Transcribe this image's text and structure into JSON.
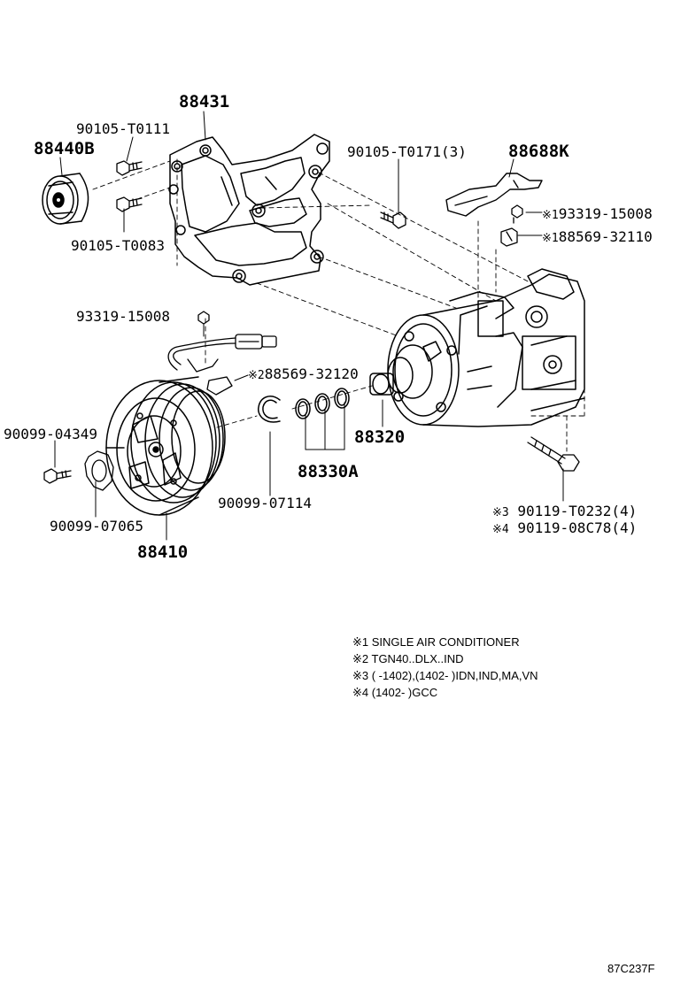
{
  "parts": {
    "bracket": "88431",
    "idler_bolt": "90105-T0111",
    "idler_pulley": "88440B",
    "bracket_bolt": "90105-T0083",
    "bracket_bolt_right": "90105-T0171(3)",
    "sub_bracket": "88688K",
    "screw_right": "93319-15008",
    "screw_right_mark": "※1",
    "sensor_right": "88569-32110",
    "sensor_right_mark": "※1",
    "screw_left": "93319-15008",
    "sensor_left": "88569-32120",
    "sensor_left_mark": "※2",
    "clutch_bolt": "90099-04349",
    "shim": "90099-07065",
    "snap_ring": "90099-07114",
    "clutch": "88410",
    "compressor": "88320",
    "orings": "88330A",
    "compressor_bolt_a": "90119-T0232(4)",
    "compressor_bolt_a_mark": "※3",
    "compressor_bolt_b": "90119-08C78(4)",
    "compressor_bolt_b_mark": "※4"
  },
  "notes": [
    "※1 SINGLE AIR CONDITIONER",
    "※2 TGN40..DLX..IND",
    "※3 (        -1402),(1402-          )IDN,IND,MA,VN",
    "※4 (1402-        )GCC"
  ],
  "figure_code": "87C237F"
}
